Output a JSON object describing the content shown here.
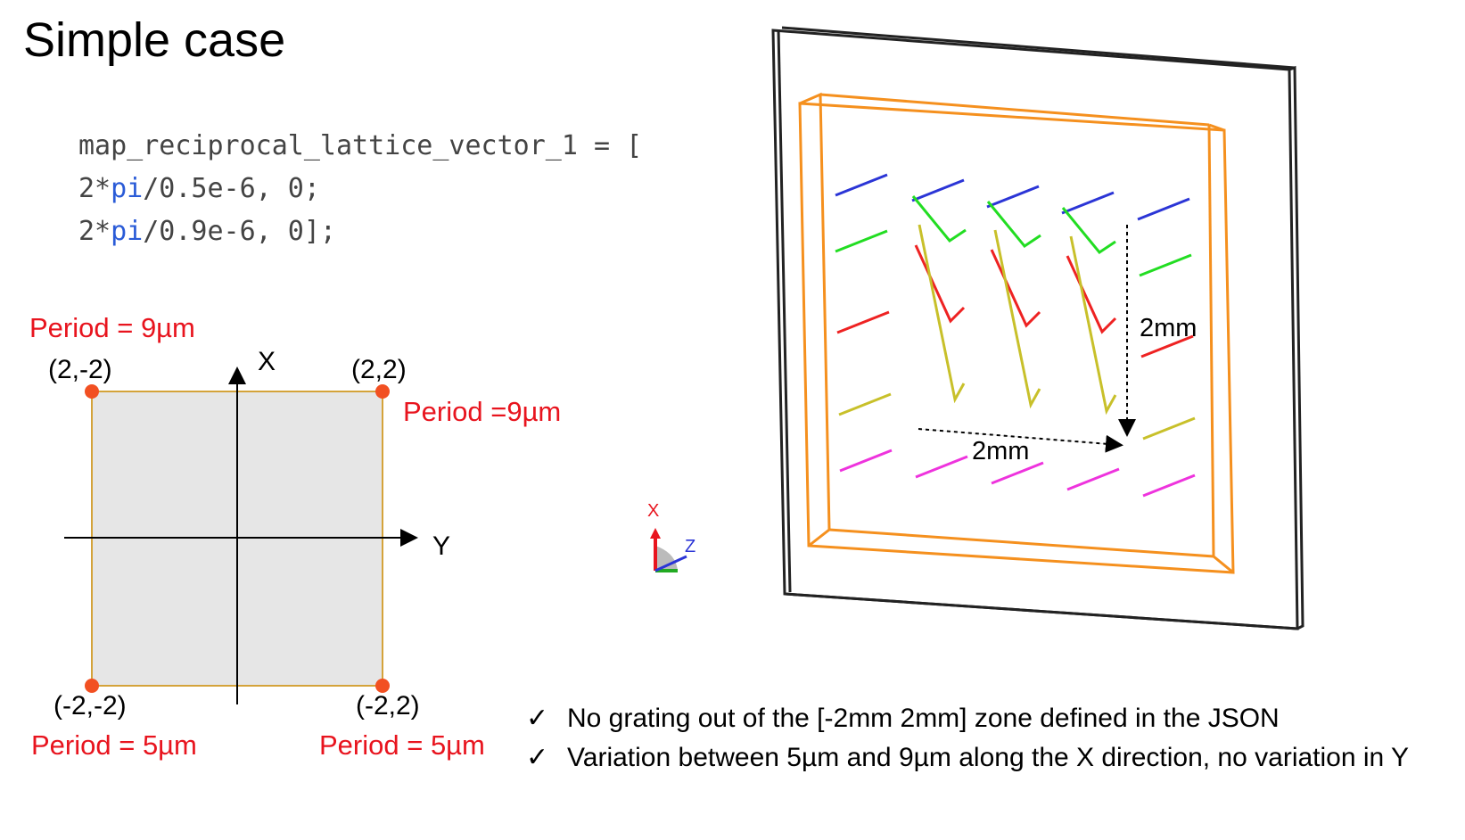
{
  "title": "Simple case",
  "code": {
    "line1": "map_reciprocal_lattice_vector_1 = [",
    "line2": {
      "pre": "2*",
      "kw": "pi",
      "post": "/0.5e-6, 0;"
    },
    "line3": {
      "pre": "2*",
      "kw": "pi",
      "post": "/0.9e-6, 0];"
    }
  },
  "diagram": {
    "axis_x": "X",
    "axis_y": "Y",
    "corners": {
      "top_left": "(2,-2)",
      "top_right": "(2,2)",
      "bottom_left": "(-2,-2)",
      "bottom_right": "(-2,2)"
    },
    "periods": {
      "top_left": "Period = 9µm",
      "top_right": "Period =9µm",
      "bottom_left": "Period = 5µm",
      "bottom_right": "Period = 5µm"
    },
    "colors": {
      "square_fill": "#e6e6e6",
      "square_border": "#d4a33a",
      "corner_dot": "#f25022"
    }
  },
  "triad": {
    "x": "X",
    "z": "Z"
  },
  "render": {
    "dim_vertical": "2mm",
    "dim_horizontal": "2mm",
    "colors": {
      "frame": "#222222",
      "boundary": "#f5901e",
      "blue": "#2b35d6",
      "green": "#22dd22",
      "red": "#ee2222",
      "olive": "#c8c02a",
      "magenta": "#ee33dd"
    }
  },
  "bullets": [
    {
      "check": "✓",
      "text": "No grating out of the [-2mm 2mm] zone defined in the JSON"
    },
    {
      "check": "✓",
      "text": "Variation between 5µm and 9µm along the X direction, no variation in Y"
    }
  ]
}
